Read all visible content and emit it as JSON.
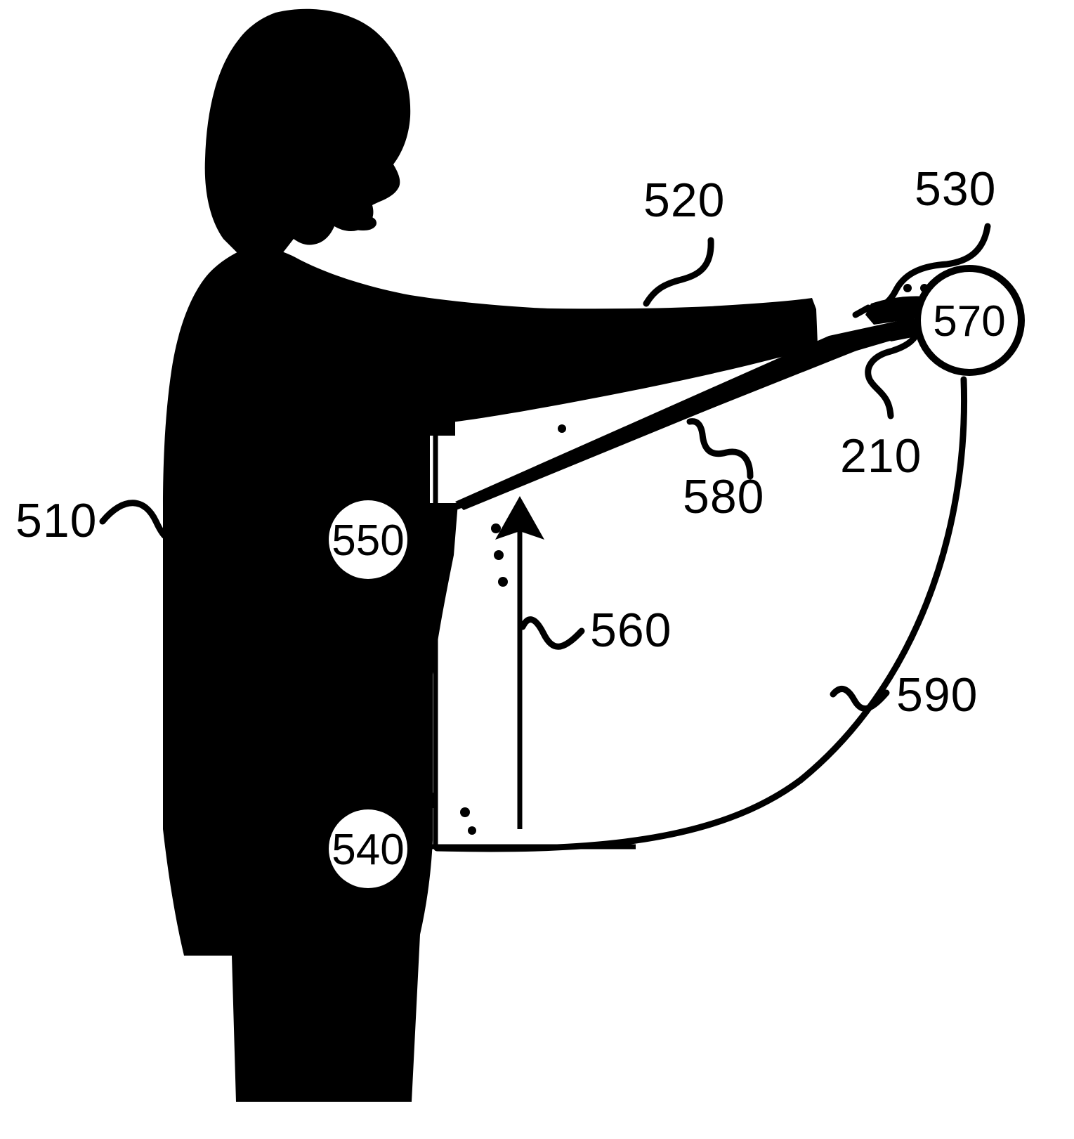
{
  "figure": {
    "kind": "patent-line-drawing",
    "background_color": "#ffffff",
    "ink_color": "#000000",
    "description": "Side-profile silhouette of a person with one arm extended forward pointing at a target, with numbered reference callouts"
  },
  "reference_labels": {
    "body": "510",
    "arm": "520",
    "fingertip": "530",
    "hip_reference_point": "540",
    "shoulder_reference_point": "550",
    "height_offset_arrow": "560",
    "target_point": "570",
    "pointing_ray": "580",
    "arc_trajectory": "590",
    "device": "210"
  },
  "callouts": [
    {
      "id": "510",
      "text": "510",
      "role": "torso-body",
      "leader": "wavy-horizontal"
    },
    {
      "id": "520",
      "text": "520",
      "role": "extended-arm",
      "leader": "wavy-vertical"
    },
    {
      "id": "530",
      "text": "530",
      "role": "fingertip",
      "leader": "wavy-curve"
    },
    {
      "id": "210",
      "text": "210",
      "role": "pointing-device",
      "leader": "wavy-vertical"
    },
    {
      "id": "580",
      "text": "580",
      "role": "pointing-ray-line",
      "leader": "wavy-short"
    },
    {
      "id": "560",
      "text": "560",
      "role": "vertical-offset-arrow",
      "leader": "wavy-horizontal"
    },
    {
      "id": "590",
      "text": "590",
      "role": "arc-trajectory",
      "leader": "wavy-short"
    }
  ],
  "circled_callouts": [
    {
      "id": "550",
      "text": "550",
      "style": "white-disc-on-silhouette",
      "role": "shoulder-joint-marker"
    },
    {
      "id": "540",
      "text": "540",
      "style": "white-disc-on-silhouette",
      "role": "hip-joint-marker"
    },
    {
      "id": "570",
      "text": "570",
      "style": "outlined-ring",
      "role": "target-point-marker"
    }
  ]
}
